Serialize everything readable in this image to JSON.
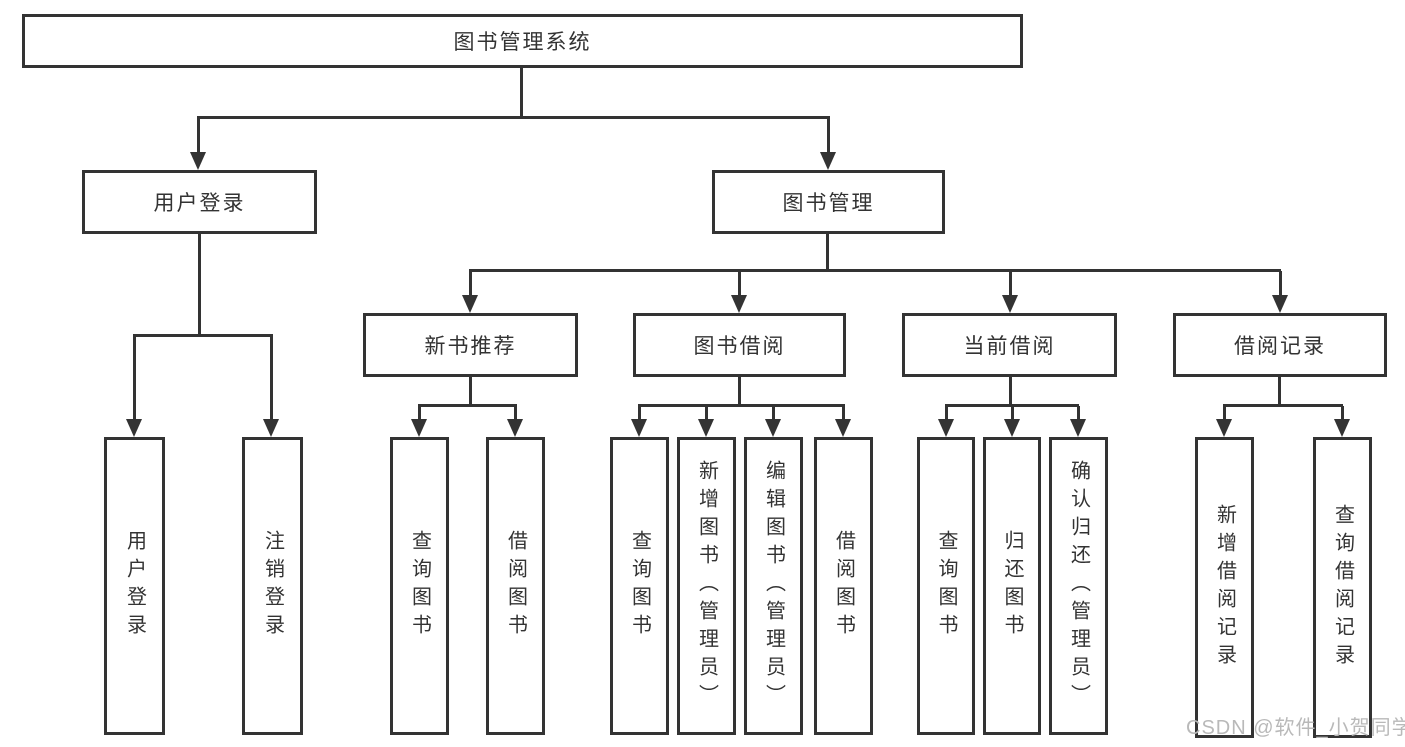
{
  "diagram": {
    "type": "hierarchy-tree",
    "root": {
      "label": "图书管理系统",
      "children": [
        {
          "label": "用户登录",
          "children": [
            {
              "label": "用户登录"
            },
            {
              "label": "注销登录"
            }
          ]
        },
        {
          "label": "图书管理",
          "children": [
            {
              "label": "新书推荐",
              "children": [
                {
                  "label": "查询图书"
                },
                {
                  "label": "借阅图书"
                }
              ]
            },
            {
              "label": "图书借阅",
              "children": [
                {
                  "label": "查询图书"
                },
                {
                  "label": "新增图书（管理员）"
                },
                {
                  "label": "编辑图书（管理员）"
                },
                {
                  "label": "借阅图书"
                }
              ]
            },
            {
              "label": "当前借阅",
              "children": [
                {
                  "label": "查询图书"
                },
                {
                  "label": "归还图书"
                },
                {
                  "label": "确认归还（管理员）"
                }
              ]
            },
            {
              "label": "借阅记录",
              "children": [
                {
                  "label": "新增借阅记录"
                },
                {
                  "label": "查询借阅记录"
                }
              ]
            }
          ]
        }
      ]
    }
  },
  "watermark": {
    "text": "CSDN @软件_小贺同学",
    "color": "#b9b9b9"
  },
  "colors": {
    "line": "#333333",
    "text": "#333333",
    "background": "#ffffff"
  }
}
